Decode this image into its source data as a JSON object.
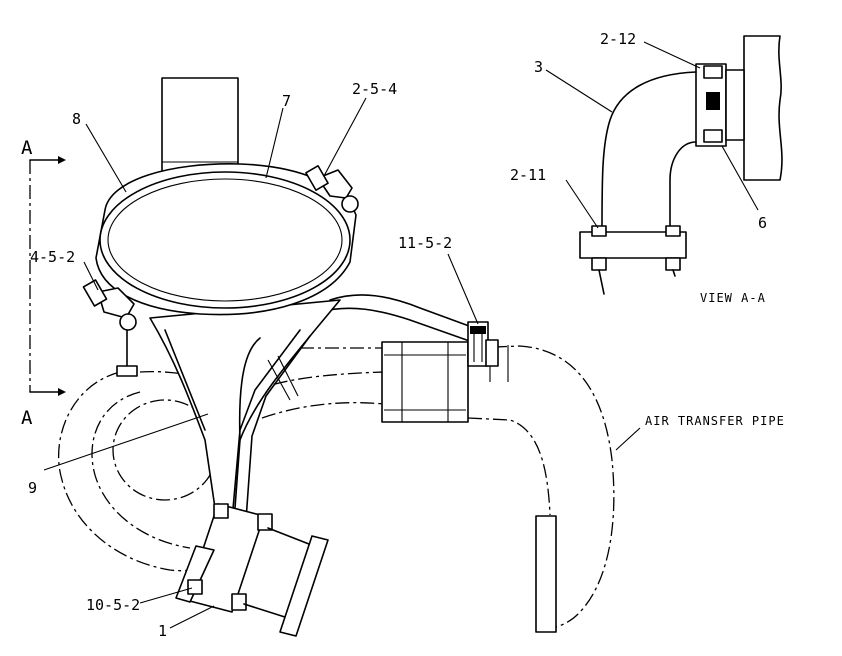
{
  "section": {
    "letter": "A"
  },
  "callouts": {
    "c8": "8",
    "c7": "7",
    "c2_5_4": "2-5-4",
    "c4_5_2": "4-5-2",
    "c11_5_2": "11-5-2",
    "c9": "9",
    "c10_5_2": "10-5-2",
    "c1": "1",
    "c3": "3",
    "c2_12": "2-12",
    "c2_11": "2-11",
    "c6": "6"
  },
  "labels": {
    "view": "VIEW A-A",
    "air_transfer_pipe": "AIR TRANSFER PIPE"
  }
}
